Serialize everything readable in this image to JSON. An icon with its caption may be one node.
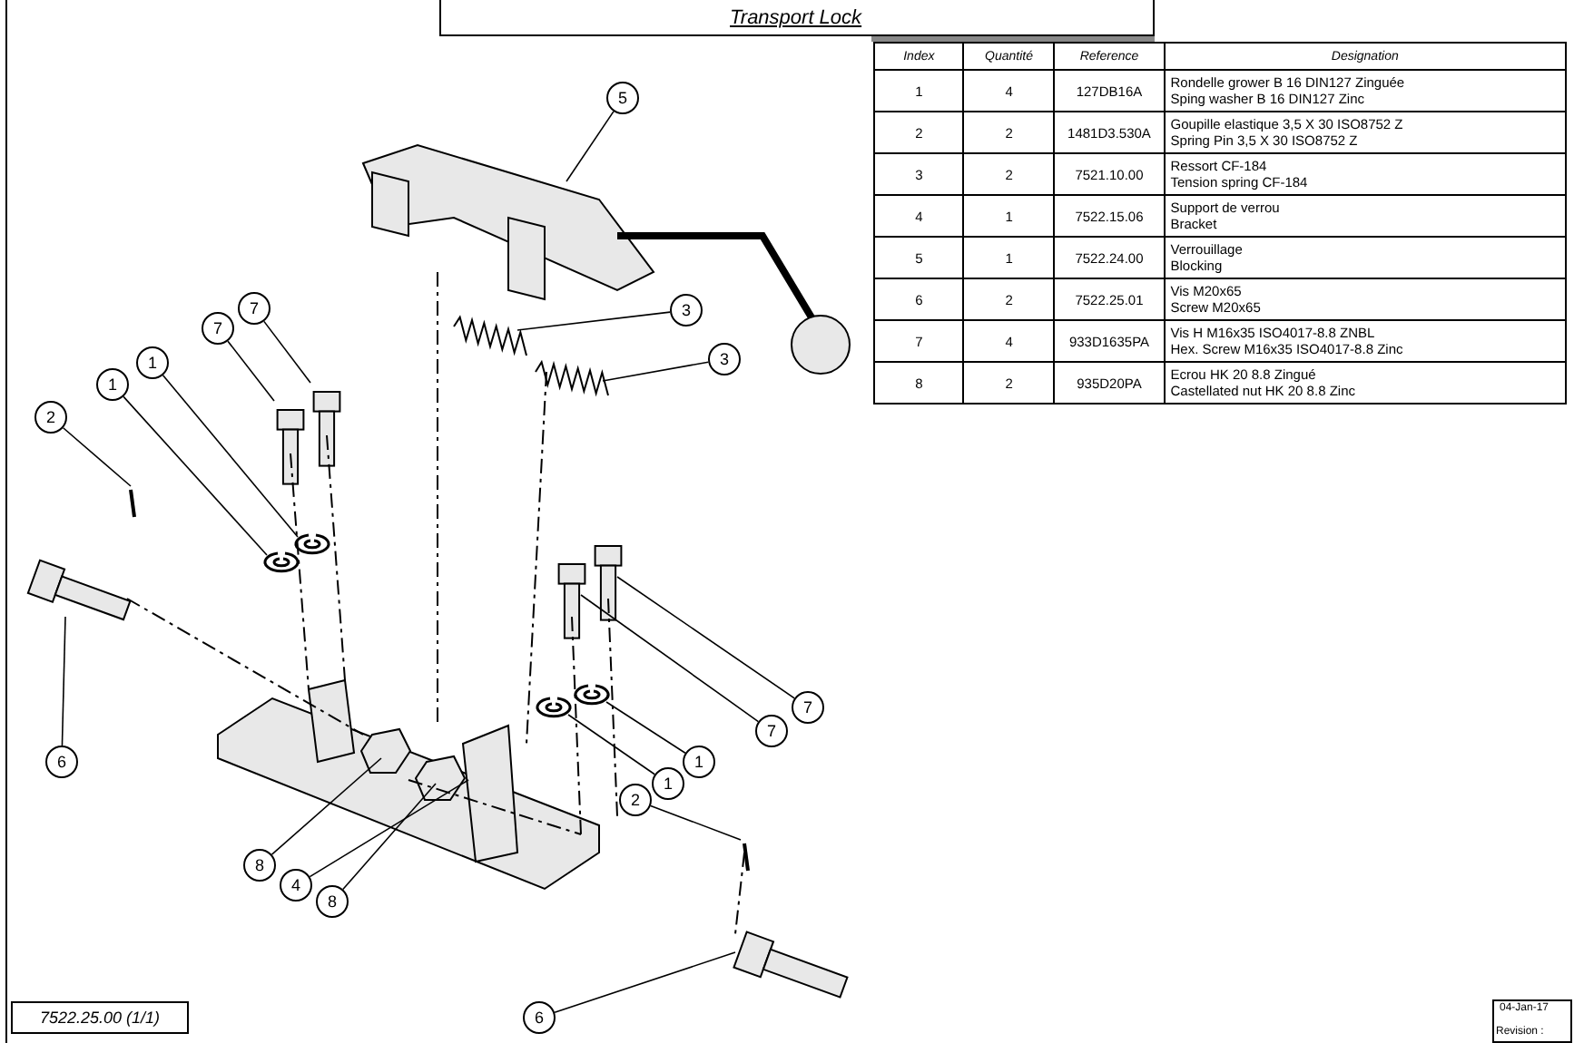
{
  "diagram": {
    "title": "Transport Lock",
    "nodes": [
      {
        "text": [
          "5"
        ]
      },
      {
        "text": [
          "3"
        ]
      },
      {
        "text": [
          "7"
        ]
      },
      {
        "text": [
          "7"
        ]
      },
      {
        "text": [
          "3"
        ]
      },
      {
        "text": [
          "1"
        ]
      },
      {
        "text": [
          "1"
        ]
      },
      {
        "text": [
          "2"
        ]
      },
      {
        "text": [
          "7"
        ]
      },
      {
        "text": [
          "7"
        ]
      },
      {
        "text": [
          "6"
        ]
      },
      {
        "text": [
          "1"
        ]
      },
      {
        "text": [
          "1"
        ]
      },
      {
        "text": [
          "2"
        ]
      },
      {
        "text": [
          "8"
        ]
      },
      {
        "text": [
          "4"
        ]
      },
      {
        "text": [
          "8"
        ]
      },
      {
        "text": [
          "6"
        ]
      }
    ],
    "edges": [
      {
        "from": 0,
        "to": null,
        "arrow": "none"
      },
      {
        "from": 1,
        "to": null,
        "arrow": "none"
      },
      {
        "from": 2,
        "to": null,
        "arrow": "none"
      },
      {
        "from": 3,
        "to": null,
        "arrow": "none"
      },
      {
        "from": 4,
        "to": null,
        "arrow": "none"
      },
      {
        "from": 5,
        "to": null,
        "arrow": "none"
      },
      {
        "from": 6,
        "to": null,
        "arrow": "none"
      },
      {
        "from": 7,
        "to": null,
        "arrow": "none"
      },
      {
        "from": 8,
        "to": null,
        "arrow": "none"
      },
      {
        "from": 9,
        "to": null,
        "arrow": "none"
      },
      {
        "from": 10,
        "to": null,
        "arrow": "none"
      },
      {
        "from": 11,
        "to": null,
        "arrow": "none"
      },
      {
        "from": 12,
        "to": null,
        "arrow": "none"
      },
      {
        "from": 13,
        "to": null,
        "arrow": "none"
      },
      {
        "from": 14,
        "to": null,
        "arrow": "none"
      },
      {
        "from": 15,
        "to": null,
        "arrow": "none"
      },
      {
        "from": 16,
        "to": null,
        "arrow": "none"
      },
      {
        "from": 17,
        "to": null,
        "arrow": "none"
      }
    ],
    "labels": [
      "Index",
      "Quantité",
      "Reference",
      "Designation",
      "1",
      "4",
      "127DB16A",
      "Rondelle grower B 16 DIN127 Zinguée",
      "Sping washer B 16 DIN127 Zinc",
      "2",
      "2",
      "1481D3.530A",
      "Goupille elastique 3,5 X  30 ISO8752 Z",
      "Spring Pin 3,5 X  30 ISO8752 Z",
      "3",
      "2",
      "7521.10.00",
      "Ressort CF-184",
      "Tension spring CF-184",
      "4",
      "1",
      "7522.15.06",
      "Support de verrou",
      "Bracket",
      "5",
      "1",
      "7522.24.00",
      "Verrouillage",
      "Blocking",
      "6",
      "2",
      "7522.25.01",
      "Vis M20x65",
      "Screw M20x65",
      "7",
      "4",
      "933D1635PA",
      "Vis H M16x35 ISO4017-8.8 ZNBL",
      "Hex. Screw M16x35 ISO4017-8.8 Zinc",
      "8",
      "2",
      "935D20PA",
      "Ecrou HK 20 8.8 Zingué",
      "Castellated nut HK 20 8.8 Zinc",
      "7522.25.00 (1/1)",
      "04-Jan-17",
      "Revision :"
    ]
  }
}
